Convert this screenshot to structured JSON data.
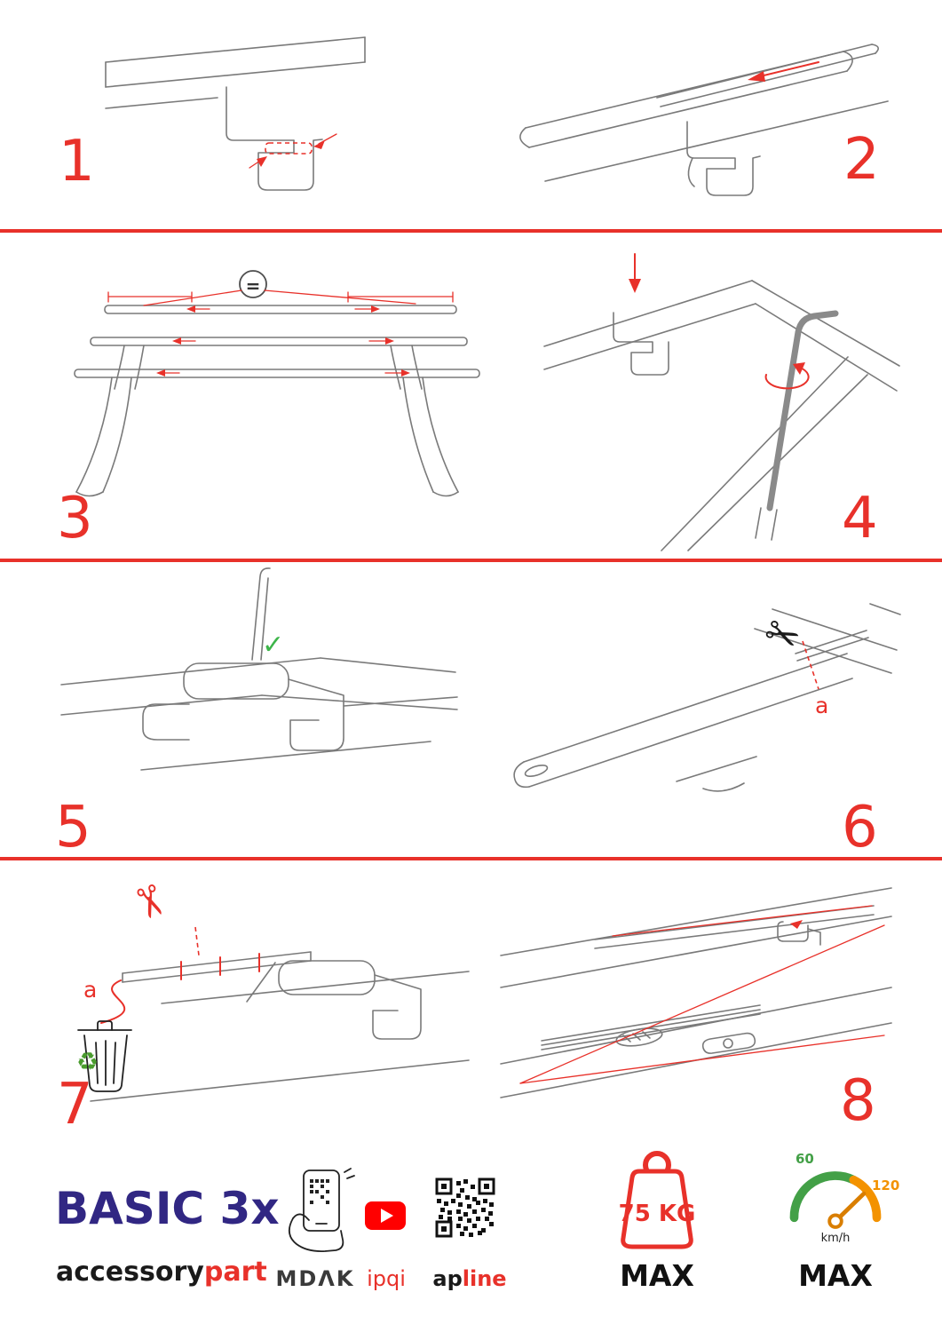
{
  "colors": {
    "accent_red": "#e8312a",
    "brand_navy": "#312783",
    "youtube_red": "#ff0000",
    "check_green": "#3db54a",
    "gauge_green": "#43a047",
    "gauge_orange": "#f39200"
  },
  "steps": [
    {
      "number": "1"
    },
    {
      "number": "2"
    },
    {
      "number": "3",
      "equal_sign": "="
    },
    {
      "number": "4"
    },
    {
      "number": "5",
      "checkmark": "✓"
    },
    {
      "number": "6",
      "scissors": "✂",
      "part_label": "a"
    },
    {
      "number": "7",
      "scissors": "✂",
      "part_label": "a",
      "recycle": "♻"
    },
    {
      "number": "8"
    }
  ],
  "footer": {
    "product_name": "BASIC 3x",
    "brand_name_black": "accessory",
    "brand_name_red": "part",
    "mdak_label": "MDΛK",
    "ipqi_label": "ipqi",
    "apline_black": "ap",
    "apline_red": "line",
    "weight_value": "75 KG",
    "weight_max_label": "MAX",
    "speed_low": "60",
    "speed_high": "120",
    "speed_unit": "km/h",
    "speed_max_label": "MAX"
  }
}
